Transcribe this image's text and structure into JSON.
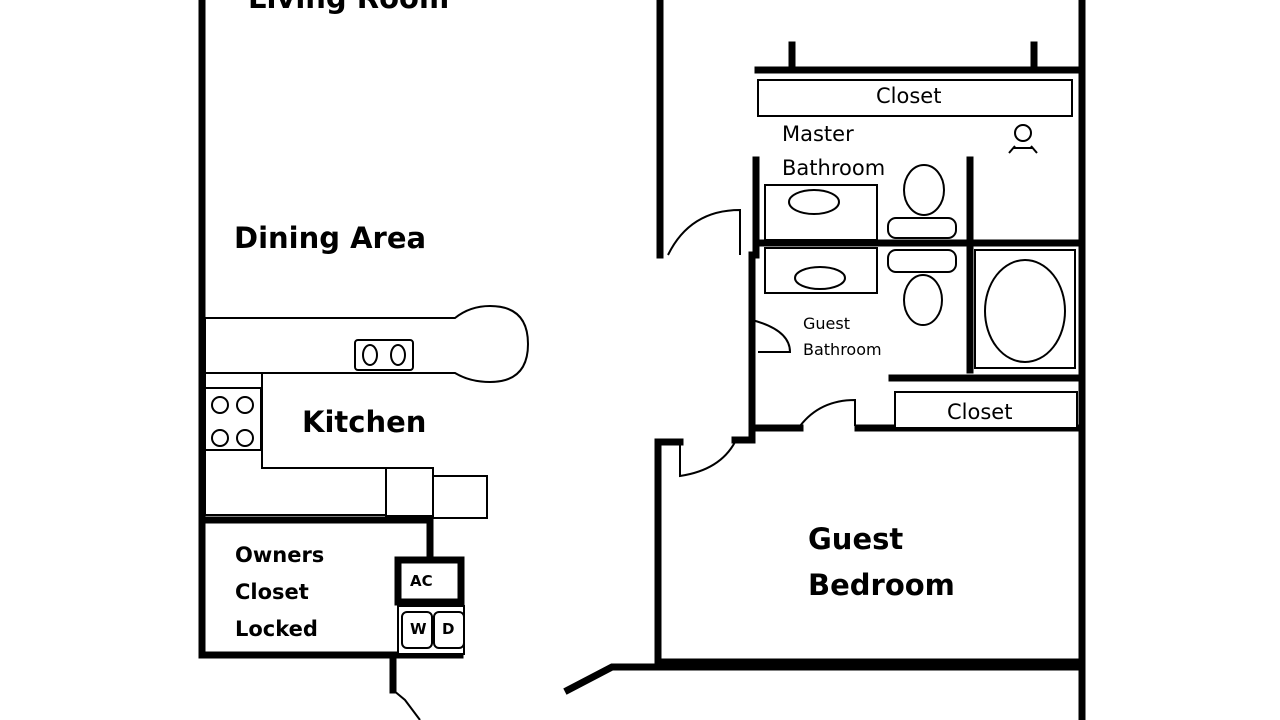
{
  "rooms": {
    "living_room": "Living Room",
    "dining_area": "Dining Area",
    "kitchen": "Kitchen",
    "owners_closet": [
      "Owners",
      "Closet",
      "Locked"
    ],
    "master_closet": "Closet",
    "master_bathroom": [
      "Master",
      "Bathroom"
    ],
    "guest_bathroom": [
      "Guest",
      "Bathroom"
    ],
    "guest_closet": "Closet",
    "guest_bedroom": [
      "Guest",
      "Bedroom"
    ]
  },
  "fixtures": {
    "ac": "AC",
    "washer": "W",
    "dryer": "D"
  }
}
